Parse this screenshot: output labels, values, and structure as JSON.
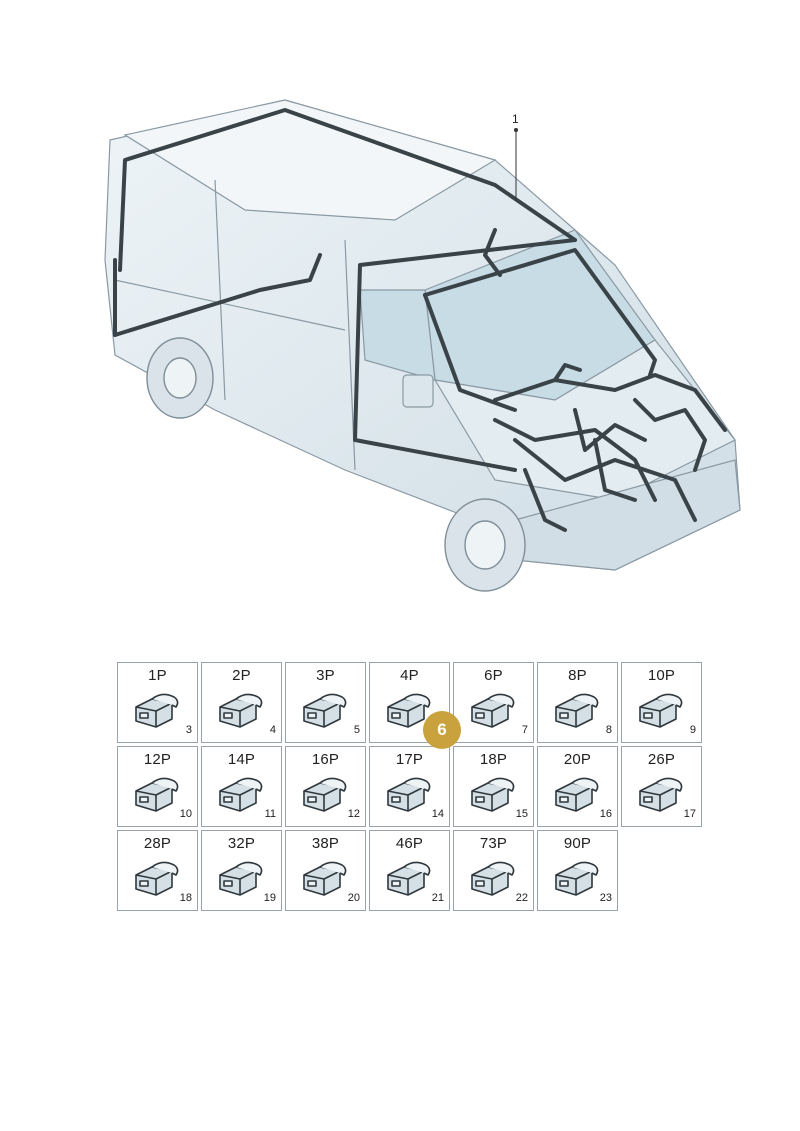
{
  "diagram": {
    "callout": "1",
    "badge": "6",
    "colors": {
      "harness": "#3a4348",
      "body_tint": "#dfe9ef",
      "glass": "#c8dce6",
      "badge": "#c9a23d"
    }
  },
  "connectors": [
    {
      "pins": "1P",
      "num": "3"
    },
    {
      "pins": "2P",
      "num": "4"
    },
    {
      "pins": "3P",
      "num": "5"
    },
    {
      "pins": "4P",
      "num": ""
    },
    {
      "pins": "6P",
      "num": "7"
    },
    {
      "pins": "8P",
      "num": "8"
    },
    {
      "pins": "10P",
      "num": "9"
    },
    {
      "pins": "12P",
      "num": "10"
    },
    {
      "pins": "14P",
      "num": "11"
    },
    {
      "pins": "16P",
      "num": "12"
    },
    {
      "pins": "17P",
      "num": "14"
    },
    {
      "pins": "18P",
      "num": "15"
    },
    {
      "pins": "20P",
      "num": "16"
    },
    {
      "pins": "26P",
      "num": "17"
    },
    {
      "pins": "28P",
      "num": "18"
    },
    {
      "pins": "32P",
      "num": "19"
    },
    {
      "pins": "38P",
      "num": "20"
    },
    {
      "pins": "46P",
      "num": "21"
    },
    {
      "pins": "73P",
      "num": "22"
    },
    {
      "pins": "90P",
      "num": "23"
    }
  ]
}
